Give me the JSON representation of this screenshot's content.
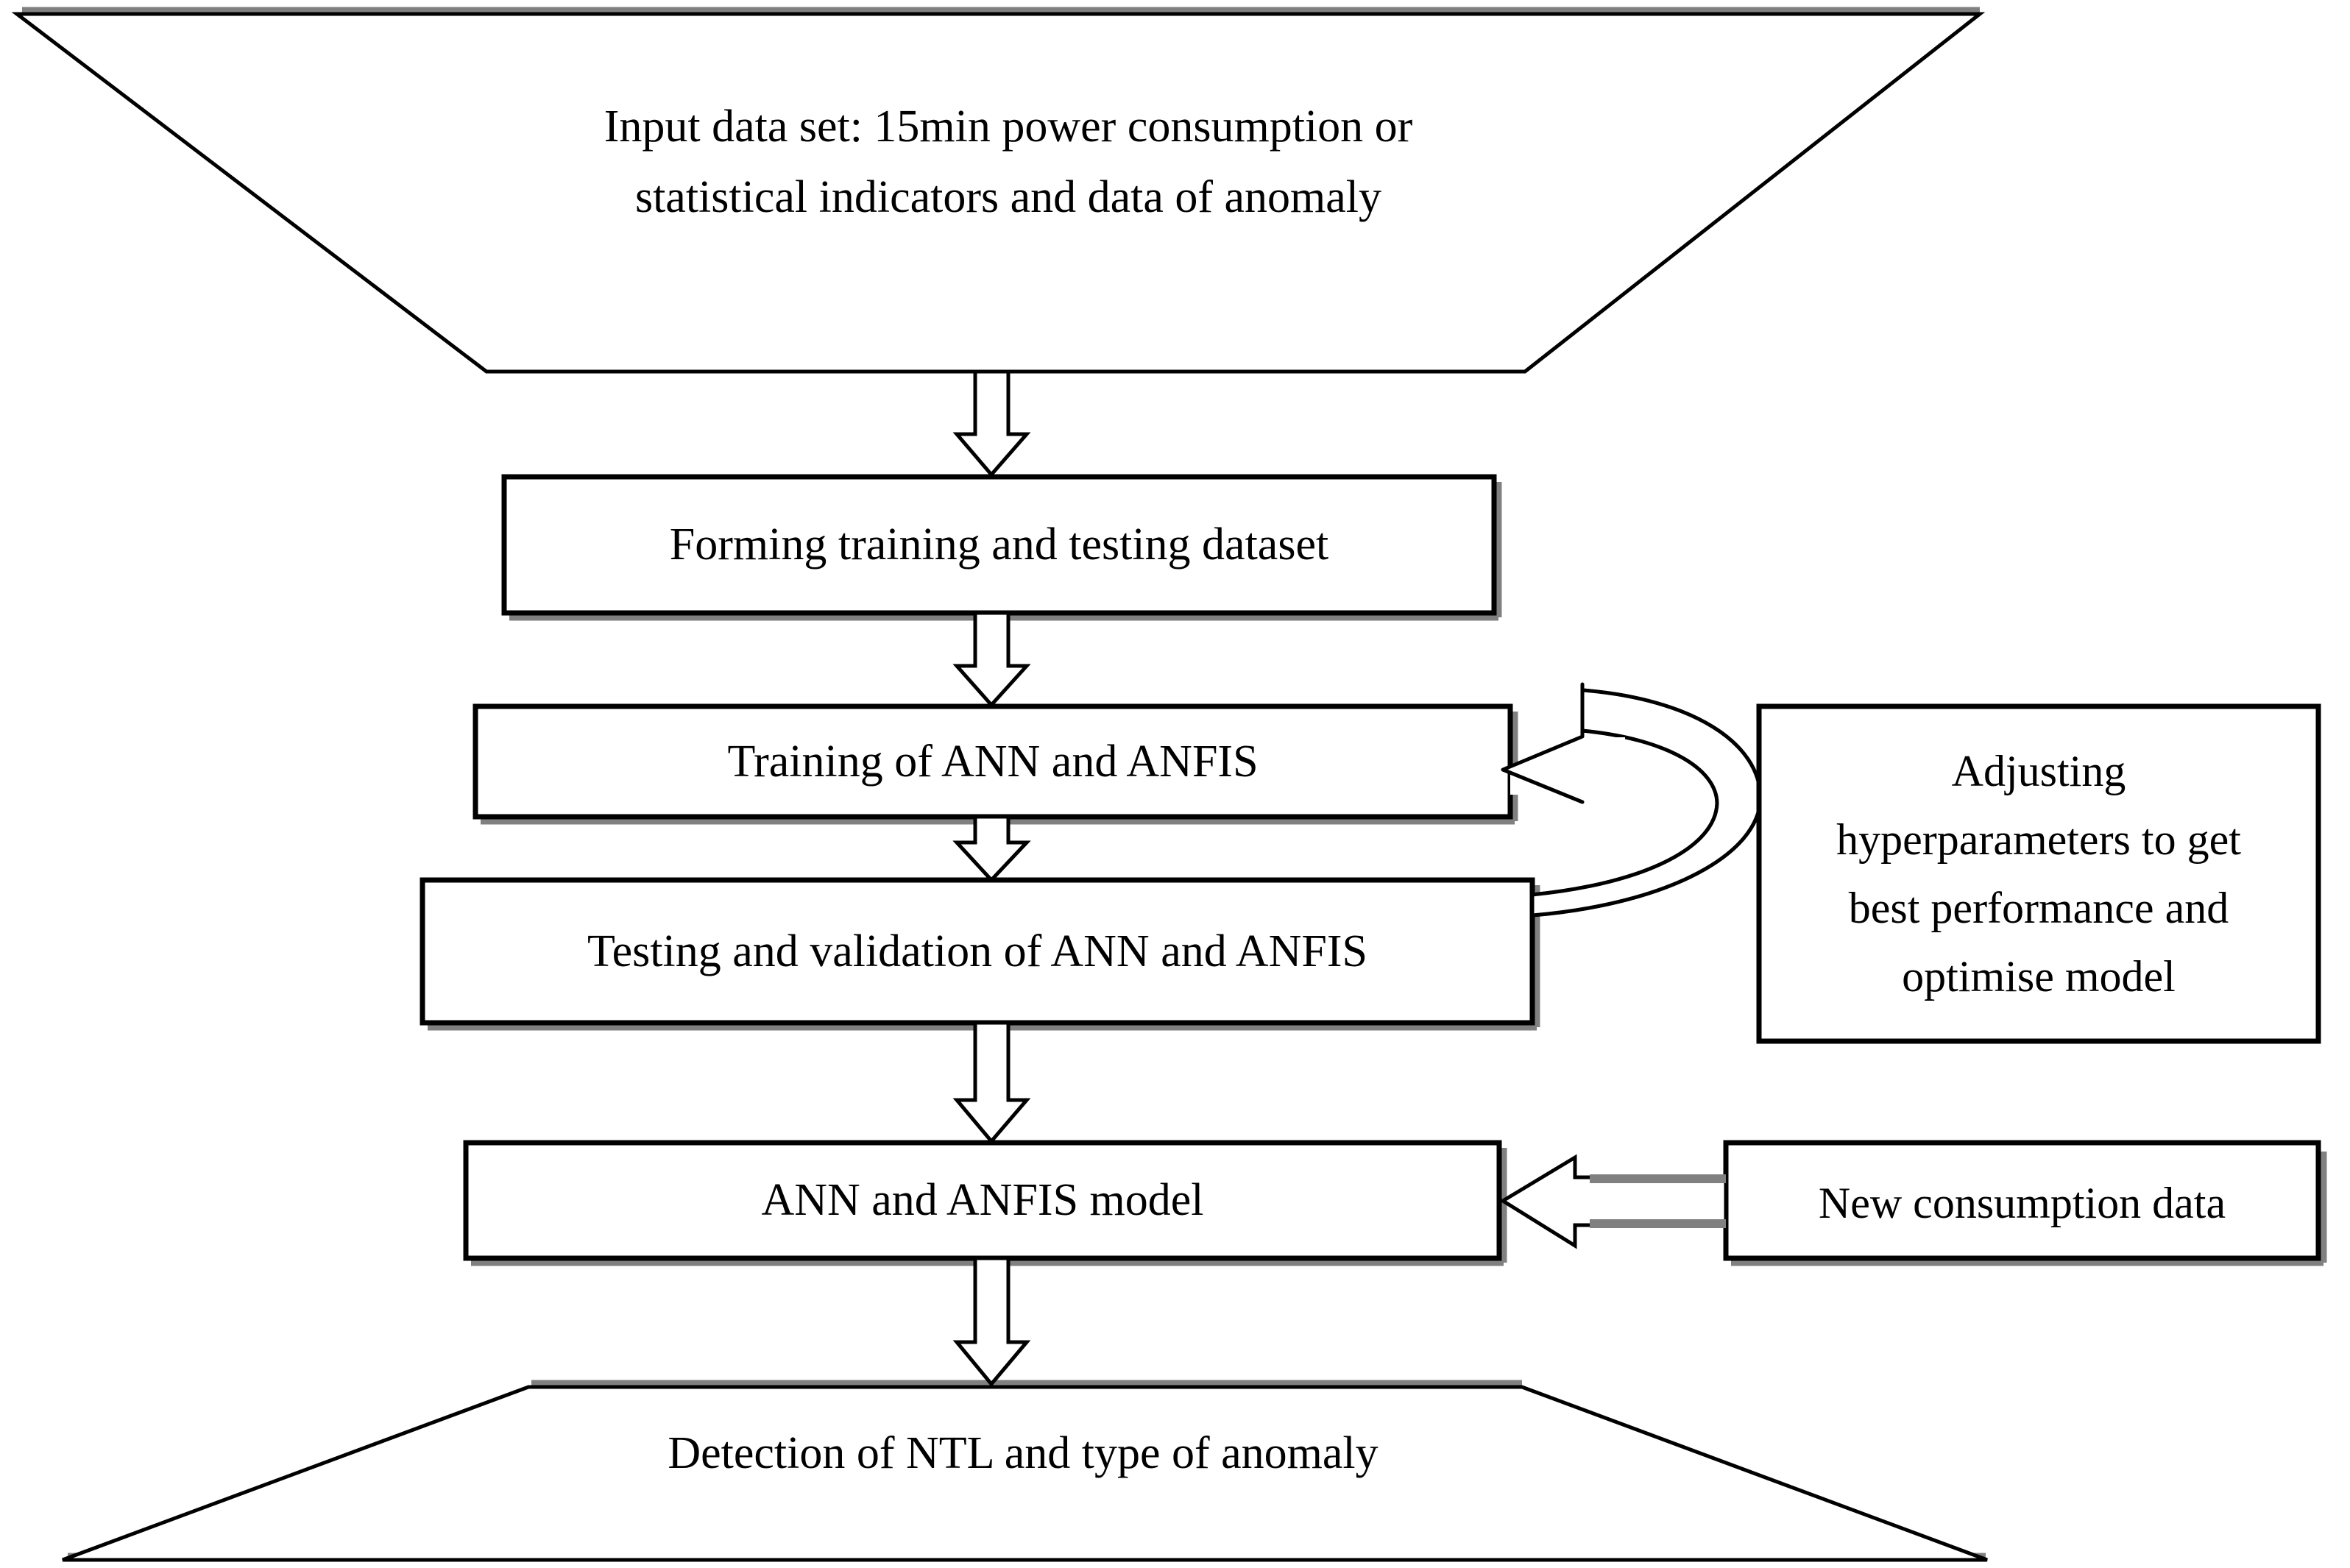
{
  "diagram": {
    "title": "ANN and ANFIS based NTL detection methodology flowchart",
    "type": "flowchart",
    "colors": {
      "stroke": "#000000",
      "fill": "#ffffff",
      "arrow_fill": "#ffffff",
      "loop_arrow_fill": "#cccccc",
      "shadow": "#808080",
      "text": "#000000"
    },
    "nodes": [
      {
        "id": "input-dataset",
        "shape": "trapezoid-down",
        "label": "Input data set: 15min power consumption or\nstatistical indicators and data of anomaly"
      },
      {
        "id": "forming-dataset",
        "shape": "rectangle",
        "label": "Forming training and testing dataset"
      },
      {
        "id": "training",
        "shape": "rectangle",
        "label": "Training of ANN and ANFIS"
      },
      {
        "id": "testing-validation",
        "shape": "rectangle",
        "label": "Testing and validation of ANN and ANFIS"
      },
      {
        "id": "model",
        "shape": "rectangle",
        "label": "ANN and ANFIS model"
      },
      {
        "id": "adjust-hyperparameters",
        "shape": "rectangle",
        "label": "Adjusting\nhyperparameters to get\nbest performance and\noptimise model"
      },
      {
        "id": "new-consumption-data",
        "shape": "rectangle",
        "label": "New consumption data"
      },
      {
        "id": "detection-output",
        "shape": "trapezoid-up",
        "label": "Detection of NTL and type of anomaly"
      }
    ],
    "connectors": [
      {
        "id": "c1",
        "from": "input-dataset",
        "to": "forming-dataset",
        "style": "block-arrow-down"
      },
      {
        "id": "c2",
        "from": "forming-dataset",
        "to": "training",
        "style": "block-arrow-down"
      },
      {
        "id": "c3",
        "from": "training",
        "to": "testing-validation",
        "style": "block-arrow-down"
      },
      {
        "id": "c4",
        "from": "testing-validation",
        "to": "model",
        "style": "block-arrow-down"
      },
      {
        "id": "c5",
        "from": "model",
        "to": "detection-output",
        "style": "block-arrow-down"
      },
      {
        "id": "c6",
        "from": "testing-validation",
        "to": "training",
        "style": "curved-u-turn-arrow-left"
      },
      {
        "id": "c7",
        "from": "new-consumption-data",
        "to": "model",
        "style": "block-arrow-left"
      }
    ]
  }
}
